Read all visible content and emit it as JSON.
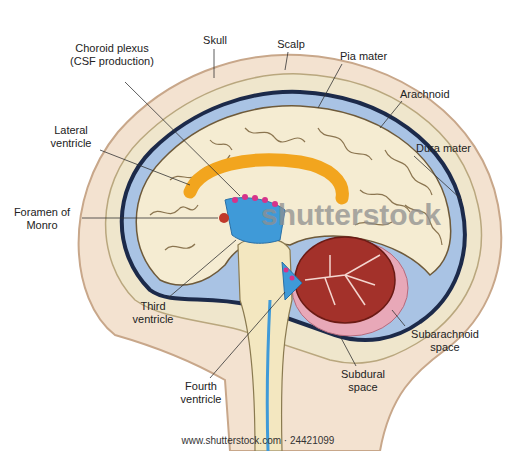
{
  "diagram": {
    "labels": [
      "Skull",
      "Scalp",
      "Choroid plexus (CSF production)",
      "Pia mater",
      "Arachnoid",
      "Lateral ventricle",
      "Dura mater",
      "Foramen of Monro",
      "Third ventricle",
      "Fourth ventricle",
      "Subarachnoid space",
      "Subdural space",
      "shutterstock",
      "www.shutterstock.com · 24421099"
    ]
  }
}
